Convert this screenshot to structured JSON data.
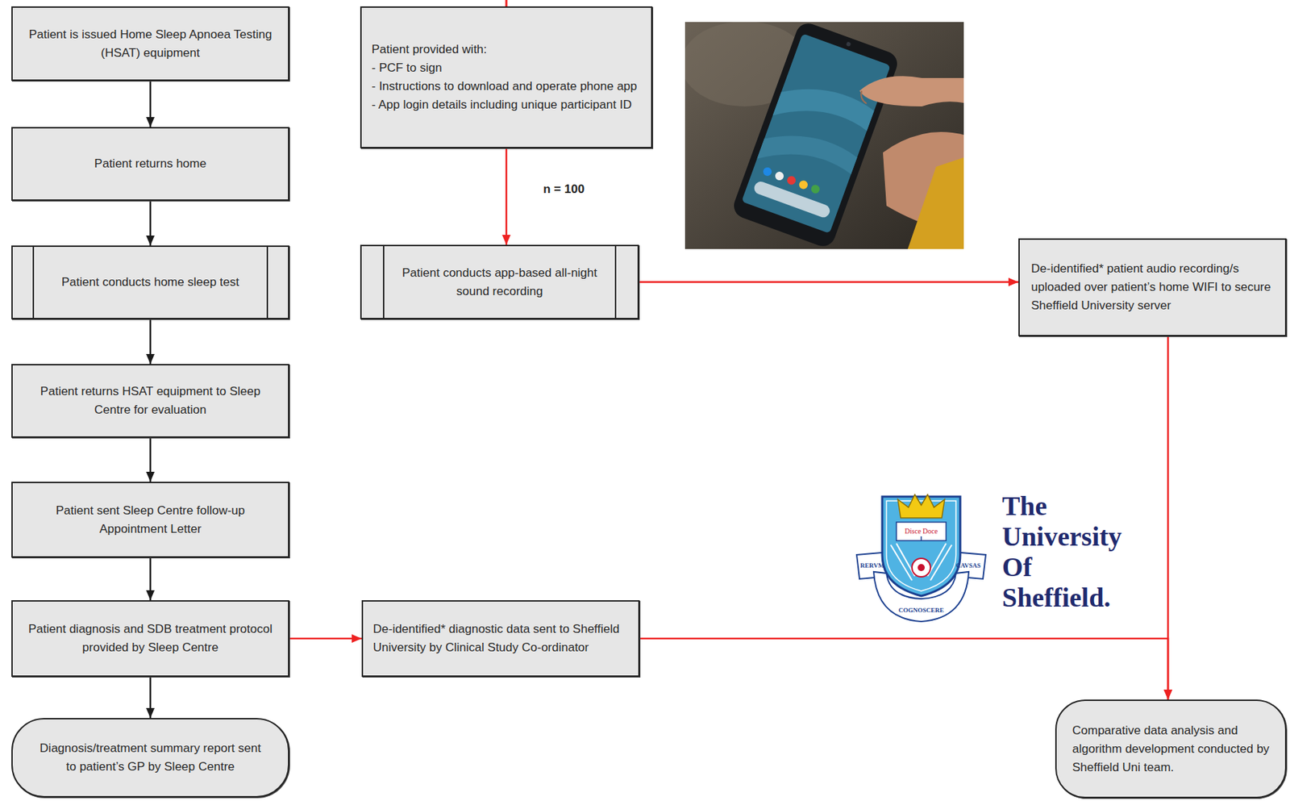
{
  "diagram": {
    "nodes": [
      {
        "text": [
          "Patient is issued Home Sleep Apnoea Testing (HSAT) equipment"
        ]
      },
      {
        "text": [
          "Patient provided with:",
          "- PCF to sign",
          "- Instructions to download and operate phone app",
          "- App login details including unique participant ID"
        ]
      },
      {
        "text": [
          "Patient returns home"
        ]
      },
      {
        "text": [
          "Patient conducts home sleep test"
        ]
      },
      {
        "text": [
          "Patient conducts app-based all-night sound recording"
        ]
      },
      {
        "text": [
          "De-identified* patient audio recording/s uploaded over patient’s home WIFI to secure Sheffield University server"
        ]
      },
      {
        "text": [
          "Patient returns HSAT equipment to Sleep Centre for evaluation"
        ]
      },
      {
        "text": [
          "Patient sent Sleep Centre follow-up Appointment Letter"
        ]
      },
      {
        "text": [
          "Patient diagnosis and SDB treatment protocol provided by Sleep Centre"
        ]
      },
      {
        "text": [
          "De-identified* diagnostic data sent to Sheffield University by Clinical Study Co-ordinator"
        ]
      },
      {
        "text": [
          "Diagnosis/treatment summary report sent to patient’s GP by Sleep Centre"
        ]
      },
      {
        "text": [
          "Comparative data analysis and algorithm development conducted by Sheffield Uni team."
        ]
      }
    ],
    "edges": [
      {
        "from": 0,
        "to": 2,
        "arrow": "to"
      },
      {
        "from": 2,
        "to": 3,
        "arrow": "to"
      },
      {
        "from": 3,
        "to": 6,
        "arrow": "to"
      },
      {
        "from": 6,
        "to": 7,
        "arrow": "to"
      },
      {
        "from": 7,
        "to": 8,
        "arrow": "to"
      },
      {
        "from": 8,
        "to": 10,
        "arrow": "to"
      },
      {
        "from": 1,
        "to": 4,
        "label": "n = 100",
        "arrow": "to"
      },
      {
        "from": 4,
        "to": 5,
        "arrow": "to"
      },
      {
        "from": 8,
        "to": 9,
        "arrow": "to"
      },
      {
        "from": 9,
        "to": 11,
        "arrow": "to"
      },
      {
        "from": 5,
        "to": 11,
        "arrow": "to"
      }
    ],
    "labels": [
      "The University Of Sheffield.",
      "Disce Doce",
      "RERVM",
      "COGNOSCERE",
      "CAVSAS"
    ]
  }
}
